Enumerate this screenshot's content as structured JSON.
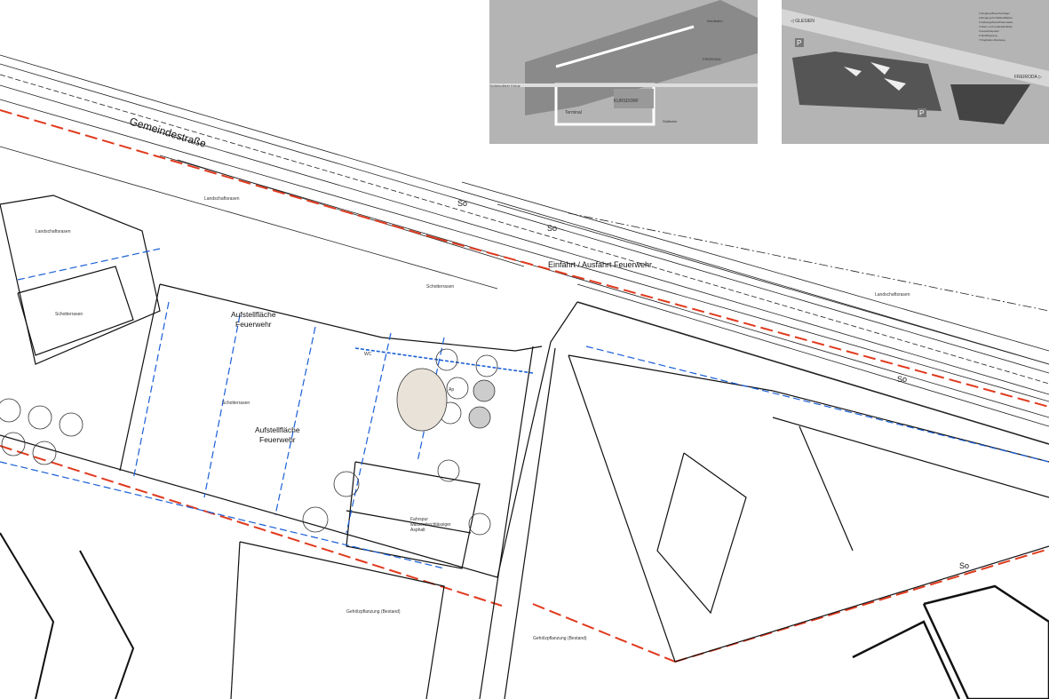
{
  "plan": {
    "street_name": "Gemeindestraße",
    "entrance_label": "Einfahrt / Ausfahrt Feuerwehr",
    "staging_area_1": [
      "Aufstellfläche",
      "Feuerwehr"
    ],
    "staging_area_2": [
      "Aufstellfläche",
      "Feuerwehr"
    ],
    "gravel_lawn": "Schotterrasen",
    "landscape_lawn": "Landschaftsrasen",
    "shrubs_existing": "Gehölzpflanzung (Bestand)",
    "driveway": [
      "Fahrspur",
      "wasserdurchlässiger",
      "Asphalt"
    ],
    "wc": "WC",
    "tree_code": "Ap",
    "sewer_code": "So",
    "colors": {
      "boundary": "#e03a1e",
      "water_line": "#1a5fd6",
      "lines": "#222222",
      "inset_bg": "#b4b4b4"
    }
  },
  "inset_left": {
    "labels": [
      "Terminal",
      "Schkeuditzer Kreuz",
      "FREIRODA",
      "KURSDORF",
      "Südbahn",
      "Nordbahn"
    ]
  },
  "inset_right": {
    "direction_left": "◁ GLESIEN",
    "direction_right": "FREIRODA ▷",
    "legend": [
      "1  Eingang Besucherhügel",
      "2  Eingang für Rollstuhlfahrer",
      "3  Gehweg/Aussichtsterrasse",
      "4  Start- und Landebahnblick",
      "5  Aussichtspunkt",
      "6  Spielflugzeug",
      "7  Flughafen-Rundweg"
    ],
    "parking": "P"
  }
}
